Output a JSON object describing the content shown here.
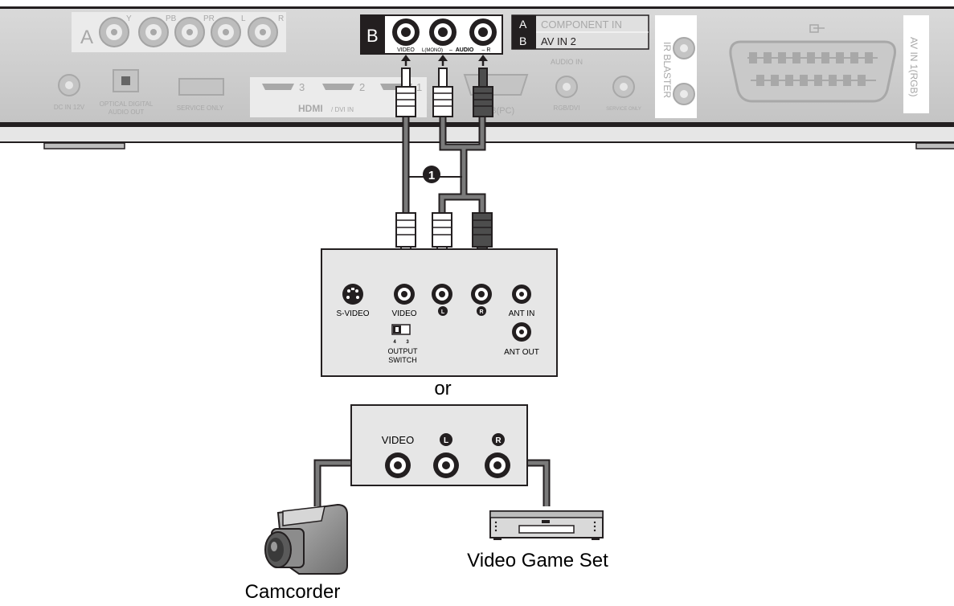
{
  "tv_panel": {
    "label_a": "A",
    "component_jacks": [
      "Y",
      "PB",
      "PR",
      "L",
      "R"
    ],
    "label_b": "B",
    "av2_jacks": {
      "video": "VIDEO",
      "audio_l": "L(MONO)",
      "audio_sep": "–",
      "audio": "AUDIO",
      "audio_r": "– R"
    },
    "legend": {
      "a_key": "A",
      "a_text": "COMPONENT IN",
      "b_key": "B",
      "b_text": "AV IN 2"
    },
    "ir_blaster": "IR BLASTER",
    "scart_label": "AV IN 1(RGB)",
    "dc_in": "DC IN 12V",
    "optical_line1": "OPTICAL DIGITAL",
    "optical_line2": "AUDIO OUT",
    "service_only": "SERVICE ONLY",
    "hdmi_numbers": [
      "3",
      "2",
      "1"
    ],
    "hdmi_logo": "HDMI",
    "hdmi_suffix": "/ DVI IN",
    "rgb_pc": "RGB(PC)",
    "audio_in": "AUDIO IN",
    "rgb_dvi": "RGB/DVI",
    "service_only_small": "SERVICE ONLY"
  },
  "callout": "1",
  "vcr_box": {
    "s_video": "S-VIDEO",
    "video": "VIDEO",
    "l_badge": "L",
    "r_badge": "R",
    "switch_4": "4",
    "switch_3": "3",
    "output_line1": "OUTPUT",
    "output_line2": "SWITCH",
    "ant_in": "ANT IN",
    "ant_out": "ANT OUT"
  },
  "or_text": "or",
  "av_box": {
    "video": "VIDEO",
    "l_badge": "L",
    "r_badge": "R"
  },
  "devices": {
    "camcorder": "Camcorder",
    "game_set": "Video Game Set"
  }
}
